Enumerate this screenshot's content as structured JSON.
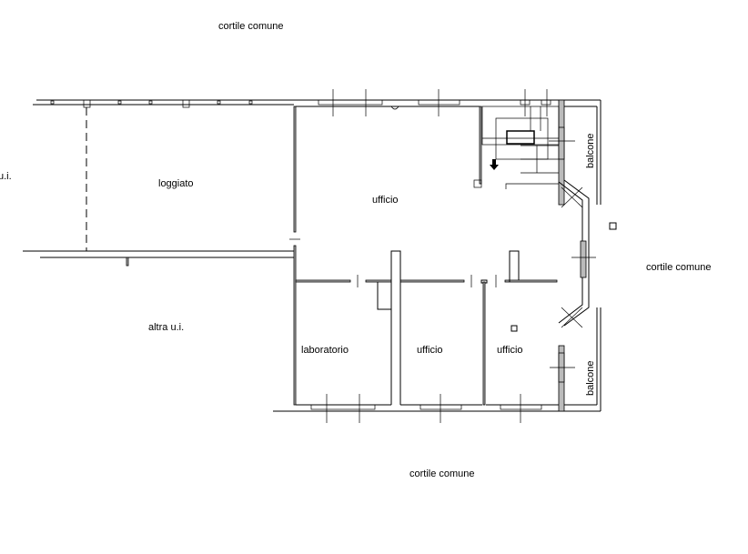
{
  "plan": {
    "outside": {
      "top": "cortile comune",
      "right": "cortile comune",
      "bottom": "cortile comune",
      "left_partial": "u.i.",
      "left_lower": "altra u.i."
    },
    "rooms": {
      "loggiato": "loggiato",
      "main_office": "ufficio",
      "laboratory": "laboratorio",
      "office_middle": "ufficio",
      "office_right": "ufficio",
      "balcony_top": "balcone",
      "balcony_bottom": "balcone"
    }
  }
}
